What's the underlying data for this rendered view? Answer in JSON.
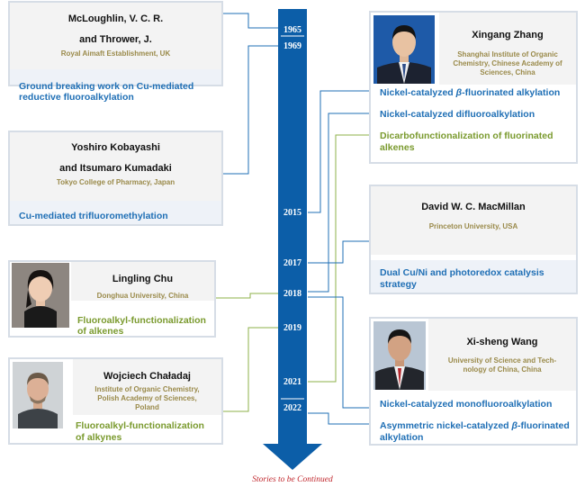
{
  "timeline": {
    "years": [
      "1965",
      "1969",
      "2015",
      "2017",
      "2018",
      "2019",
      "2021",
      "2022"
    ],
    "footer": "Stories to be Continued",
    "colors": {
      "arrow": "#0c5ea8",
      "blue_connector": "#1f6fb5",
      "green_connector": "#8db04a"
    }
  },
  "researchers": {
    "mclaughlin": {
      "name_line1": "McLoughlin, V. C. R.",
      "name_line2": "and Thrower, J.",
      "affiliation": "Royal Aimaft Establishment, UK",
      "achievement_line1": "Ground breaking work on Cu-mediated",
      "achievement_line2": "reductive fluoroalkylation"
    },
    "kobayashi": {
      "name_line1": "Yoshiro Kobayashi",
      "name_line2": "and Itsumaro Kumadaki",
      "affiliation": "Tokyo College of Pharmacy, Japan",
      "achievement": "Cu-mediated trifluoromethylation"
    },
    "chu": {
      "name": "Lingling Chu",
      "affiliation": "Donghua University, China",
      "achievement_line1": "Fluoroalkyl-functionalization",
      "achievement_line2": "of alkenes"
    },
    "chaladaj": {
      "name": "Wojciech Chaładaj",
      "affiliation_line1": "Institute of Organic Chemistry,",
      "affiliation_line2": "Polish Academy of Sciences,",
      "affiliation_line3": "Poland",
      "achievement_line1": "Fluoroalkyl-functionalization",
      "achievement_line2": "of alkynes"
    },
    "zhang": {
      "name": "Xingang Zhang",
      "affiliation_line1": "Shanghai Institute of Organic",
      "affiliation_line2": "Chemistry, Chinese Academy of",
      "affiliation_line3": "Sciences, China",
      "achievement1_pre": "Nickel-catalyzed ",
      "achievement1_greek": "β",
      "achievement1_post": "-fluorinated alkylation",
      "achievement2": "Nickel-catalyzed difluoroalkylation",
      "achievement3_line1": "Dicarbofunctionalization of fluorinated",
      "achievement3_line2": "alkenes"
    },
    "macmillan": {
      "name": "David W. C. MacMillan",
      "affiliation": "Princeton University, USA",
      "achievement_line1": "Dual Cu/Ni and photoredox catalysis",
      "achievement_line2": "strategy"
    },
    "wang": {
      "name": "Xi-sheng Wang",
      "affiliation_line1": "University of Science and Tech-",
      "affiliation_line2": "nology of China, China",
      "achievement1": "Nickel-catalyzed monofluoroalkylation",
      "achievement2_pre": "Asymmetric nickel-catalyzed ",
      "achievement2_greek": "β",
      "achievement2_post": "-fluorinated",
      "achievement2_line2": "alkylation"
    }
  }
}
